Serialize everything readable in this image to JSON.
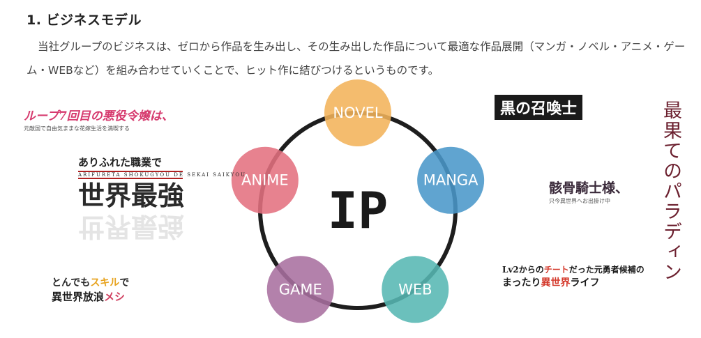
{
  "section": {
    "heading": "1. ビジネスモデル",
    "intro": "当社グループのビジネスは、ゼロから作品を生み出し、その生み出した作品について最適な作品展開（マンガ・ノベル・アニメ・ゲーム・WEBなど）を組み合わせていくことで、ヒット作に結びつけるというものです。"
  },
  "diagram": {
    "center": "IP",
    "nodes": [
      {
        "label": "NOVEL",
        "color": "#f2b35a"
      },
      {
        "label": "MANGA",
        "color": "#4a97c9"
      },
      {
        "label": "WEB",
        "color": "#56b7b3"
      },
      {
        "label": "GAME",
        "color": "#a9709f"
      },
      {
        "label": "ANIME",
        "color": "#e4717f"
      }
    ]
  },
  "logos": {
    "loop": {
      "title": "ループ7回目の悪役令嬢は、",
      "subtitle": "元敵国で自由気ままな花嫁生活を満喫する"
    },
    "arifureta": {
      "title": "ありふれた職業で",
      "band": "ARIFURETA SHOKUGYOU DE SEKAI SAIKYOU",
      "main": "世界最強"
    },
    "tondemo": {
      "line1_prefix": "とんでも",
      "line1_hl": "スキル",
      "line1_suffix": "で",
      "line2_prefix": "異世界放浪",
      "line2_hl": "メシ"
    },
    "kuro": {
      "title": "黒の召喚士"
    },
    "saihate": {
      "title": "最果てのパラディン"
    },
    "gaikotsu": {
      "title": "骸骨騎士様、",
      "subtitle": "只今異世界へお出掛け中"
    },
    "lv2": {
      "line1_prefix": "Lv2からの",
      "line1_hl": "チート",
      "line1_suffix": "だった元勇者候補の",
      "line2_prefix": "まったり",
      "line2_hl": "異世界",
      "line2_suffix": "ライフ"
    }
  }
}
